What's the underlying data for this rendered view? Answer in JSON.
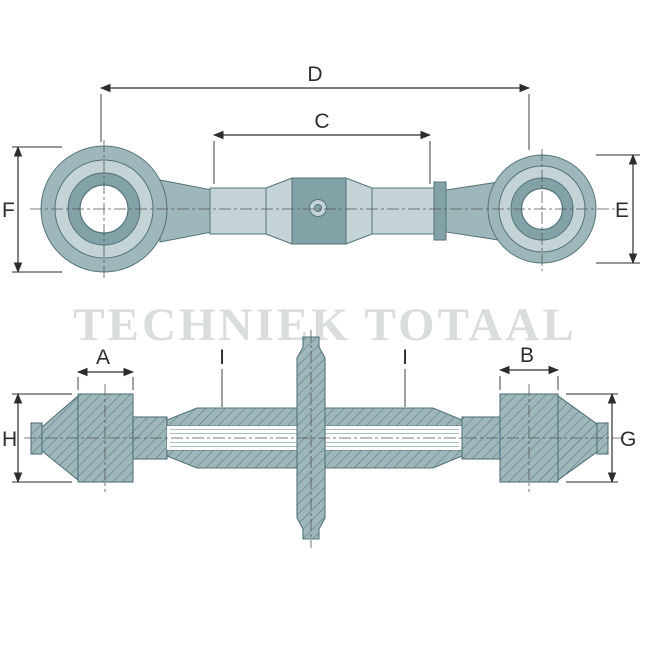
{
  "colors": {
    "background": "#ffffff",
    "part_dark": "#83a2a8",
    "part_mid": "#9db7bb",
    "part_light": "#c4d3d5",
    "outline": "#54737a",
    "dimension": "#2d2d2d",
    "centerline": "#555555",
    "watermark": "#dadddd",
    "bore": "#ffffff",
    "thread_line": "#a9bfc2"
  },
  "watermark": {
    "text": "TECHNIEK TOTAAL"
  },
  "labels": {
    "D": "D",
    "C": "C",
    "F": "F",
    "E": "E",
    "A": "A",
    "B": "B",
    "H": "H",
    "G": "G",
    "I1": "I",
    "I2": "I"
  }
}
